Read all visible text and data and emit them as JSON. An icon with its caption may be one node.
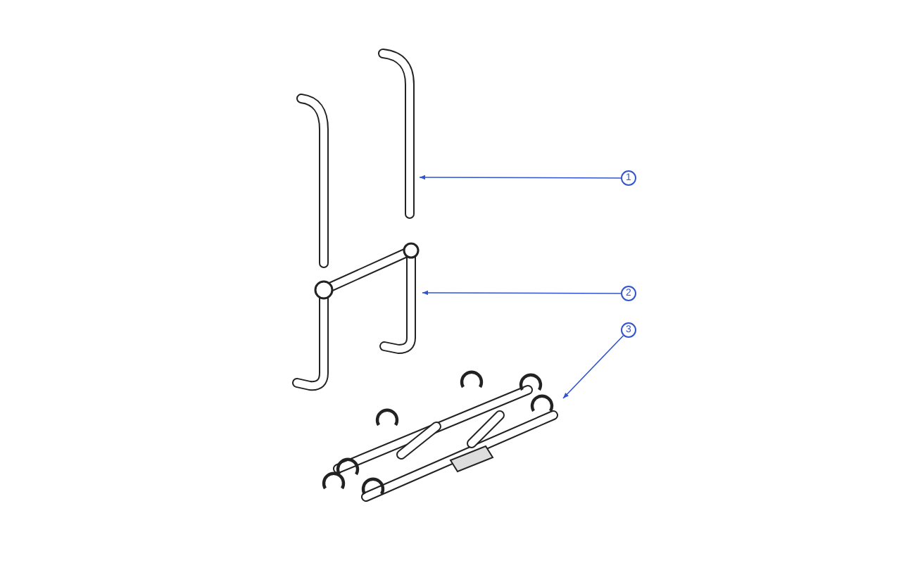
{
  "diagram": {
    "nodes": [
      {
        "text": [
          "1"
        ]
      },
      {
        "text": [],
        "shape": "picture"
      },
      {
        "text": [
          "2"
        ]
      },
      {
        "text": [],
        "shape": "picture"
      },
      {
        "text": [
          "3"
        ]
      },
      {
        "text": [],
        "shape": "picture"
      }
    ],
    "edges": [
      {
        "from": 0,
        "to": 1,
        "arrow": "to"
      },
      {
        "from": 2,
        "to": 3,
        "arrow": "to"
      },
      {
        "from": 4,
        "to": 5,
        "arrow": "to"
      }
    ]
  }
}
